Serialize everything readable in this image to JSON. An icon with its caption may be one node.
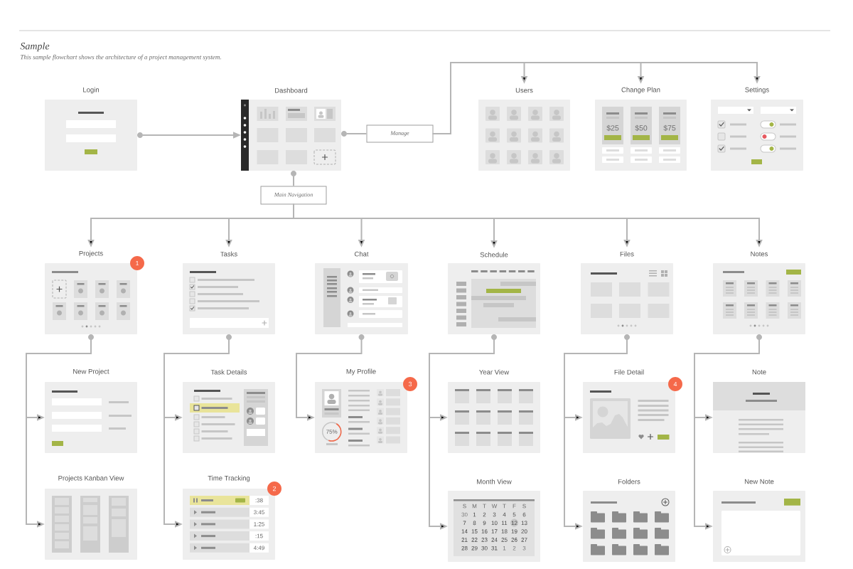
{
  "diagram": {
    "title": "Sample",
    "caption": "This sample flowchart shows the architecture of a project management system.",
    "nodes": [
      {
        "text": [
          "Login"
        ]
      },
      {
        "text": [
          "Dashboard"
        ]
      },
      {
        "text": [
          "Manage"
        ]
      },
      {
        "text": [
          "Users"
        ]
      },
      {
        "text": [
          "Change Plan",
          "$25",
          "$50",
          "$75"
        ]
      },
      {
        "text": [
          "Settings"
        ]
      },
      {
        "text": [
          "Main Navigation"
        ]
      },
      {
        "text": [
          "Projects"
        ]
      },
      {
        "text": [
          "Tasks"
        ]
      },
      {
        "text": [
          "Chat"
        ]
      },
      {
        "text": [
          "Schedule"
        ]
      },
      {
        "text": [
          "Files"
        ]
      },
      {
        "text": [
          "Notes"
        ]
      },
      {
        "text": [
          "New Project"
        ]
      },
      {
        "text": [
          "Task Details"
        ]
      },
      {
        "text": [
          "My Profile",
          "75%"
        ]
      },
      {
        "text": [
          "Year View"
        ]
      },
      {
        "text": [
          "File Detail"
        ]
      },
      {
        "text": [
          "Note"
        ]
      },
      {
        "text": [
          "Projects Kanban View"
        ]
      },
      {
        "text": [
          "Time Tracking",
          ":38",
          "3:45",
          "1:25",
          ":15",
          "4:49"
        ]
      },
      {
        "text": [
          "Month View",
          "S",
          "M",
          "T",
          "W",
          "T",
          "F",
          "S",
          "30",
          "1",
          "2",
          "3",
          "4",
          "5",
          "6",
          "7",
          "8",
          "9",
          "10",
          "11",
          "12",
          "13",
          "14",
          "15",
          "16",
          "17",
          "18",
          "19",
          "20",
          "21",
          "22",
          "23",
          "24",
          "25",
          "26",
          "27",
          "28",
          "29",
          "30",
          "31",
          "1",
          "2",
          "3"
        ]
      },
      {
        "text": [
          "Folders"
        ]
      },
      {
        "text": [
          "New Note"
        ]
      }
    ],
    "edges": [
      {
        "from": 0,
        "to": 1,
        "arrow": "to"
      },
      {
        "from": 1,
        "to": 2,
        "arrow": "none"
      },
      {
        "from": 2,
        "to": 3,
        "arrow": "to"
      },
      {
        "from": 2,
        "to": 4,
        "arrow": "to"
      },
      {
        "from": 2,
        "to": 5,
        "arrow": "to"
      },
      {
        "from": 1,
        "to": 6,
        "arrow": "none"
      },
      {
        "from": 6,
        "to": 7,
        "arrow": "to"
      },
      {
        "from": 6,
        "to": 8,
        "arrow": "to"
      },
      {
        "from": 6,
        "to": 9,
        "arrow": "to"
      },
      {
        "from": 6,
        "to": 10,
        "arrow": "to"
      },
      {
        "from": 6,
        "to": 11,
        "arrow": "to"
      },
      {
        "from": 6,
        "to": 12,
        "arrow": "to"
      },
      {
        "from": 7,
        "to": 13,
        "arrow": "to"
      },
      {
        "from": 7,
        "to": 19,
        "arrow": "to"
      },
      {
        "from": 8,
        "to": 14,
        "arrow": "to"
      },
      {
        "from": 8,
        "to": 20,
        "arrow": "to"
      },
      {
        "from": 9,
        "to": 15,
        "arrow": "to"
      },
      {
        "from": 10,
        "to": 16,
        "arrow": "to"
      },
      {
        "from": 10,
        "to": 21,
        "arrow": "to"
      },
      {
        "from": 11,
        "to": 17,
        "arrow": "to"
      },
      {
        "from": 11,
        "to": 22,
        "arrow": "to"
      },
      {
        "from": 12,
        "to": 18,
        "arrow": "to"
      },
      {
        "from": 12,
        "to": 23,
        "arrow": "to"
      }
    ],
    "labels": [
      "1",
      "3",
      "4",
      "2"
    ]
  }
}
